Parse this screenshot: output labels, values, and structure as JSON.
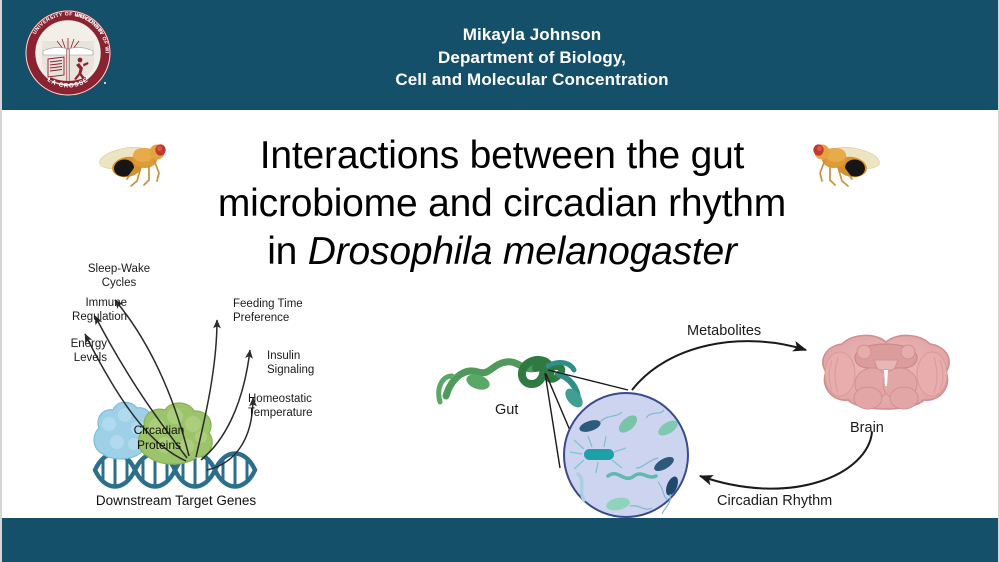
{
  "slide": {
    "background_color": "#ffffff",
    "bar_color": "#14506a",
    "border_color": "#d6d6d6"
  },
  "header": {
    "author": "Mikayla Johnson",
    "department": "Department of Biology,",
    "program": "Cell and Molecular Concentration",
    "logo_name": "uw-la-crosse-seal",
    "logo_alt": "University of Wisconsin La Crosse seal"
  },
  "title": {
    "line1": "Interactions between the gut",
    "line2": "microbiome and circadian rhythm",
    "line3_prefix": "in ",
    "line3_species": "Drosophila melanogaster"
  },
  "decorations": {
    "fly_left": "fruit-fly-illustration",
    "fly_right": "fruit-fly-illustration"
  },
  "left_diagram": {
    "name": "circadian-protein-outputs-diagram",
    "outputs": [
      {
        "id": "sleep-wake-cycles",
        "label": "Sleep-Wake\nCycles"
      },
      {
        "id": "immune-regulation",
        "label": "Immune\nRegulation"
      },
      {
        "id": "energy-levels",
        "label": "Energy\nLevels"
      },
      {
        "id": "feeding-time-preference",
        "label": "Feeding Time\nPreference"
      },
      {
        "id": "insulin-signaling",
        "label": "Insulin\nSignaling"
      },
      {
        "id": "homeostatic-temperature",
        "label": "Homeostatic\nTemperature"
      }
    ],
    "protein_label": "Circadian\nProteins",
    "dna_label": "Downstream Target Genes",
    "colors": {
      "protein_blue": "#9ed0e8",
      "protein_green": "#9cc46a",
      "dna": "#2b6f8c",
      "arrow": "#2b2b2b"
    }
  },
  "right_diagram": {
    "name": "gut-brain-axis-diagram",
    "gut_label": "Gut",
    "brain_label": "Brain",
    "arrow_top_label": "Metabolites",
    "arrow_bottom_label": "Circadian Rhythm",
    "microbiome_name": "gut-microbiome-circle",
    "colors": {
      "gut": "#3f8f4f",
      "brain": "#e2a3a3",
      "microbiome_fill": "#ccd4ef",
      "microbiome_stroke": "#3a4a8c",
      "arrow": "#1a1a1a"
    }
  }
}
